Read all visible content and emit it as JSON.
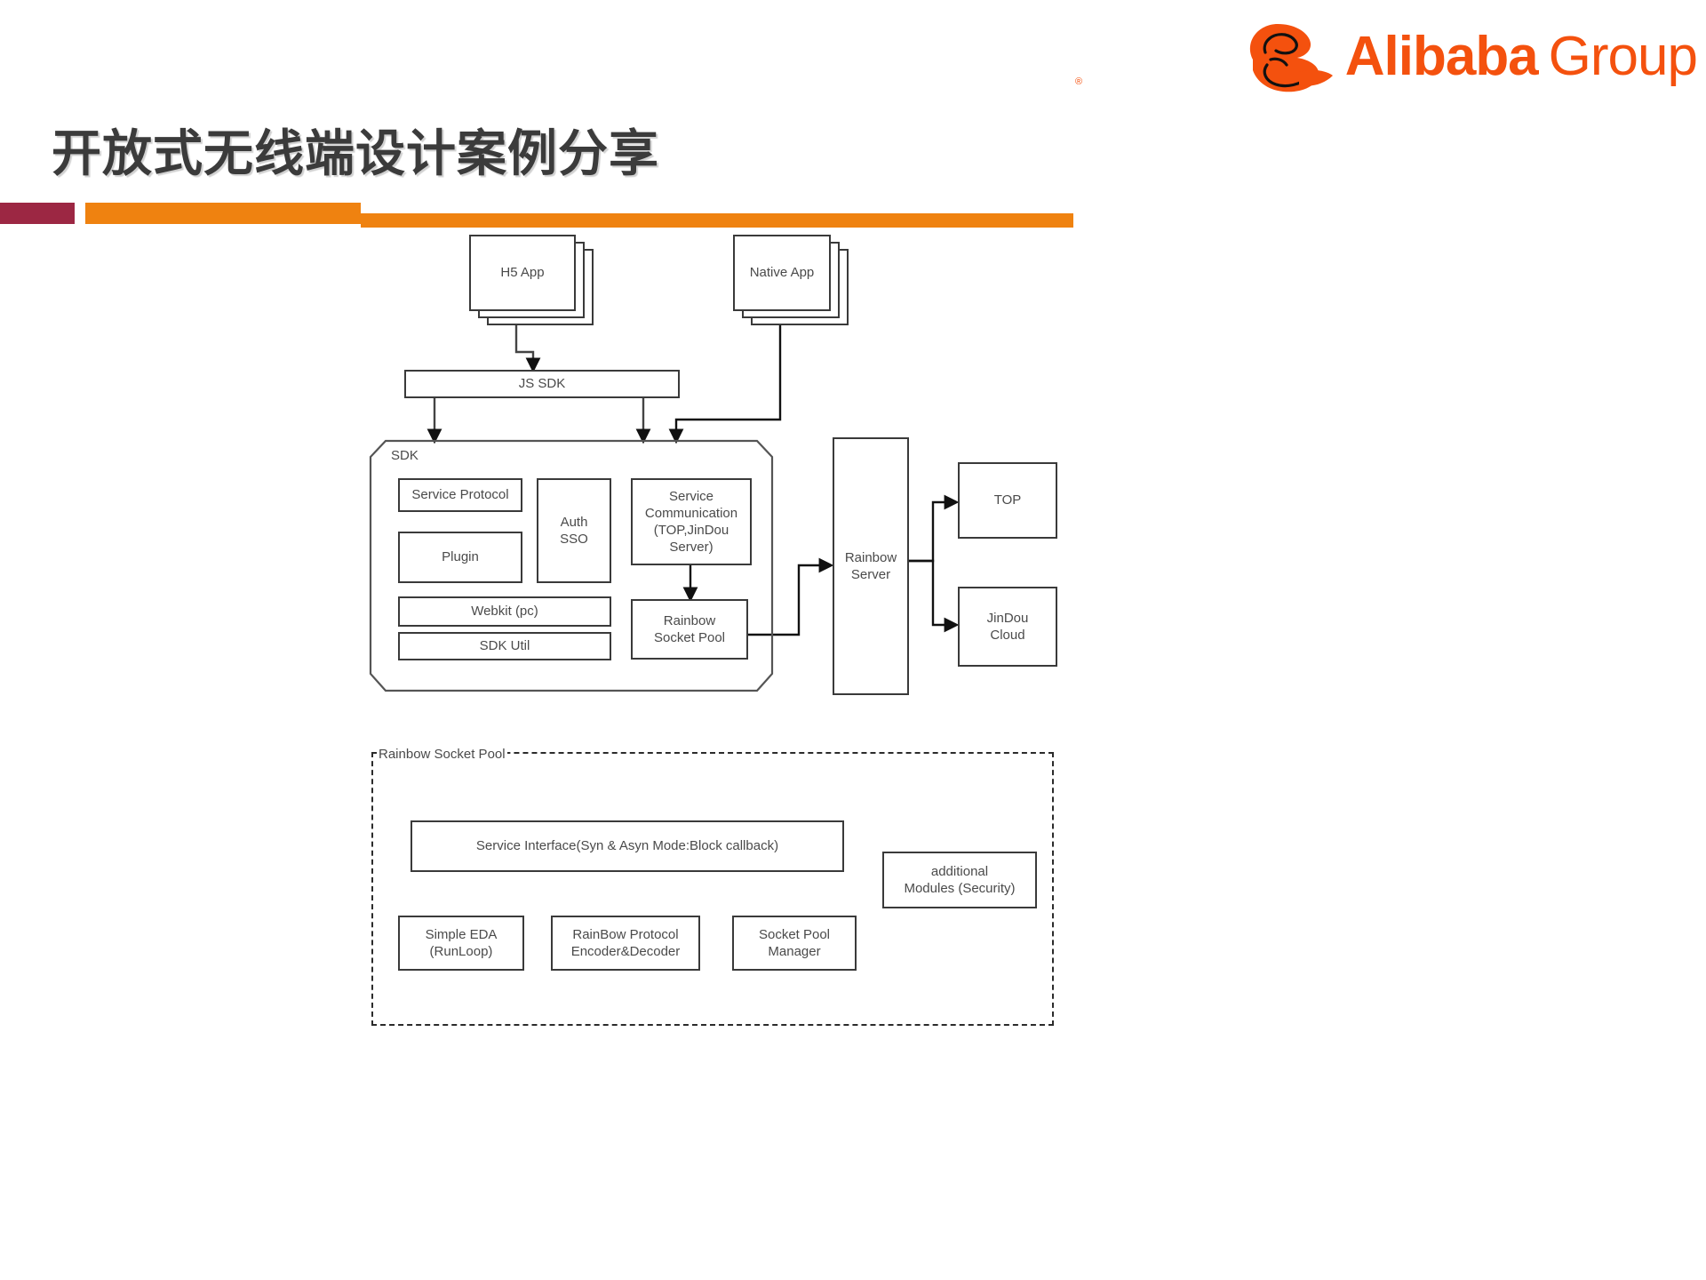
{
  "header": {
    "logo_brand": "Alibaba",
    "logo_suffix": "Group",
    "logo_registered": "®",
    "logo_color": "#f4510e"
  },
  "title": {
    "text": "开放式无线端设计案例分享",
    "color": "#3b3b3b"
  },
  "accent": {
    "dark_color": "#9c2743",
    "orange_color": "#ef8210"
  },
  "diagram": {
    "top_nodes": [
      {
        "id": "h5-app",
        "label": "H5 App"
      },
      {
        "id": "native-app",
        "label": "Native App"
      }
    ],
    "js_sdk": {
      "label": "JS SDK"
    },
    "sdk_container": {
      "label": "SDK"
    },
    "sdk_children": [
      {
        "id": "service-protocol",
        "label": "Service Protocol"
      },
      {
        "id": "plugin",
        "label": "Plugin"
      },
      {
        "id": "auth-sso",
        "label": "Auth\nSSO"
      },
      {
        "id": "service-communication",
        "label": "Service\nCommunication\n(TOP,JinDou\nServer)"
      },
      {
        "id": "webkit-pc",
        "label": "Webkit (pc)"
      },
      {
        "id": "sdk-util",
        "label": "SDK  Util"
      },
      {
        "id": "rainbow-socket-pool",
        "label": "Rainbow\nSocket Pool"
      }
    ],
    "right_nodes": [
      {
        "id": "rainbow-server",
        "label": "Rainbow\nServer"
      },
      {
        "id": "top",
        "label": "TOP"
      },
      {
        "id": "jindou-cloud",
        "label": "JinDou\nCloud"
      }
    ],
    "bottom_container": {
      "label": "Rainbow Socket Pool"
    },
    "bottom_nodes": [
      {
        "id": "service-interface",
        "label": "Service Interface(Syn & Asyn Mode:Block callback)"
      },
      {
        "id": "additional-modules",
        "label": "additional\nModules  (Security)"
      },
      {
        "id": "simple-eda",
        "label": "Simple EDA\n(RunLoop)"
      },
      {
        "id": "rainbow-protocol",
        "label": "RainBow Protocol\nEncoder&Decoder"
      },
      {
        "id": "socket-pool-manager",
        "label": "Socket  Pool\nManager"
      }
    ]
  }
}
